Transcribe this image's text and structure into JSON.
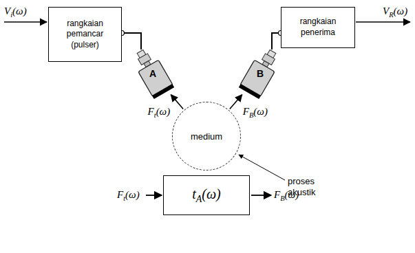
{
  "diagram": {
    "nodes": [
      {
        "text": [
          "rangkaian pemancar (pulser)"
        ]
      },
      {
        "text": [
          "rangkaian penerima"
        ]
      },
      {
        "text": [
          "A"
        ]
      },
      {
        "text": [
          "B"
        ]
      },
      {
        "text": [
          "medium"
        ]
      },
      {
        "text": [
          "tA(ω)"
        ]
      }
    ],
    "edges": [
      {
        "from": 0,
        "to": 2,
        "arrow": "none"
      },
      {
        "from": 3,
        "to": 1,
        "arrow": "none"
      },
      {
        "from": 4,
        "to": 2,
        "arrow": "to",
        "label": "Ft(ω)"
      },
      {
        "from": 4,
        "to": 3,
        "arrow": "to",
        "label": "FB(ω)"
      }
    ],
    "labels": [
      "Vi(ω)",
      "VR(ω)",
      "proses akustik",
      "Ft(ω)",
      "FB(ω)"
    ]
  }
}
